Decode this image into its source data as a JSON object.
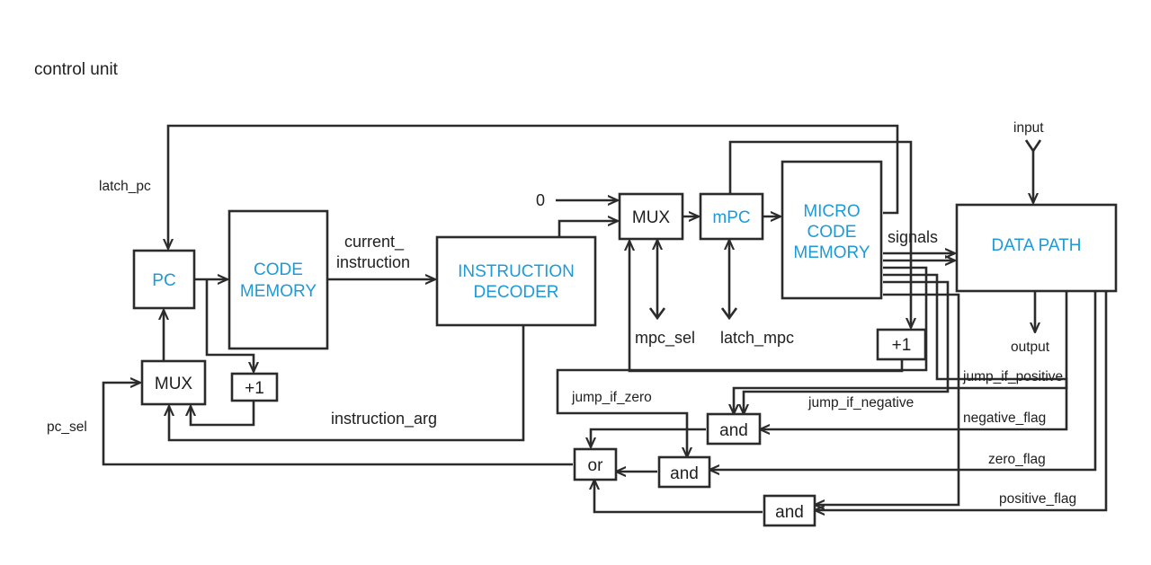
{
  "title": "control unit",
  "colors": {
    "block_text_primary": "#1e9ad6",
    "block_text_secondary": "#1f1f1f",
    "line": "#2b2b2b",
    "background": "#ffffff"
  },
  "blocks": {
    "pc": "PC",
    "code_memory": [
      "CODE",
      "MEMORY"
    ],
    "pc_mux": "MUX",
    "pc_inc": "+1",
    "instruction_decoder": [
      "INSTRUCTION",
      "DECODER"
    ],
    "mpc_mux": "MUX",
    "mpc": "mPC",
    "micro_code_memory": [
      "MICRO",
      "CODE",
      "MEMORY"
    ],
    "mpc_inc": "+1",
    "data_path": "DATA PATH",
    "and_negative": "and",
    "and_zero": "and",
    "and_positive": "and",
    "or_gate": "or"
  },
  "labels": {
    "latch_pc": "latch_pc",
    "pc_sel": "pc_sel",
    "current_instruction": [
      "current_",
      "instruction"
    ],
    "instruction_arg": "instruction_arg",
    "zero_const": "0",
    "mpc_sel": "mpc_sel",
    "latch_mpc": "latch_mpc",
    "signals": "signals",
    "input": "input",
    "output": "output",
    "jump_if_zero": "jump_if_zero",
    "jump_if_positive": "jump_if_positive",
    "jump_if_negative": "jump_if_negative",
    "negative_flag": "negative_flag",
    "zero_flag": "zero_flag",
    "positive_flag": "positive_flag"
  }
}
